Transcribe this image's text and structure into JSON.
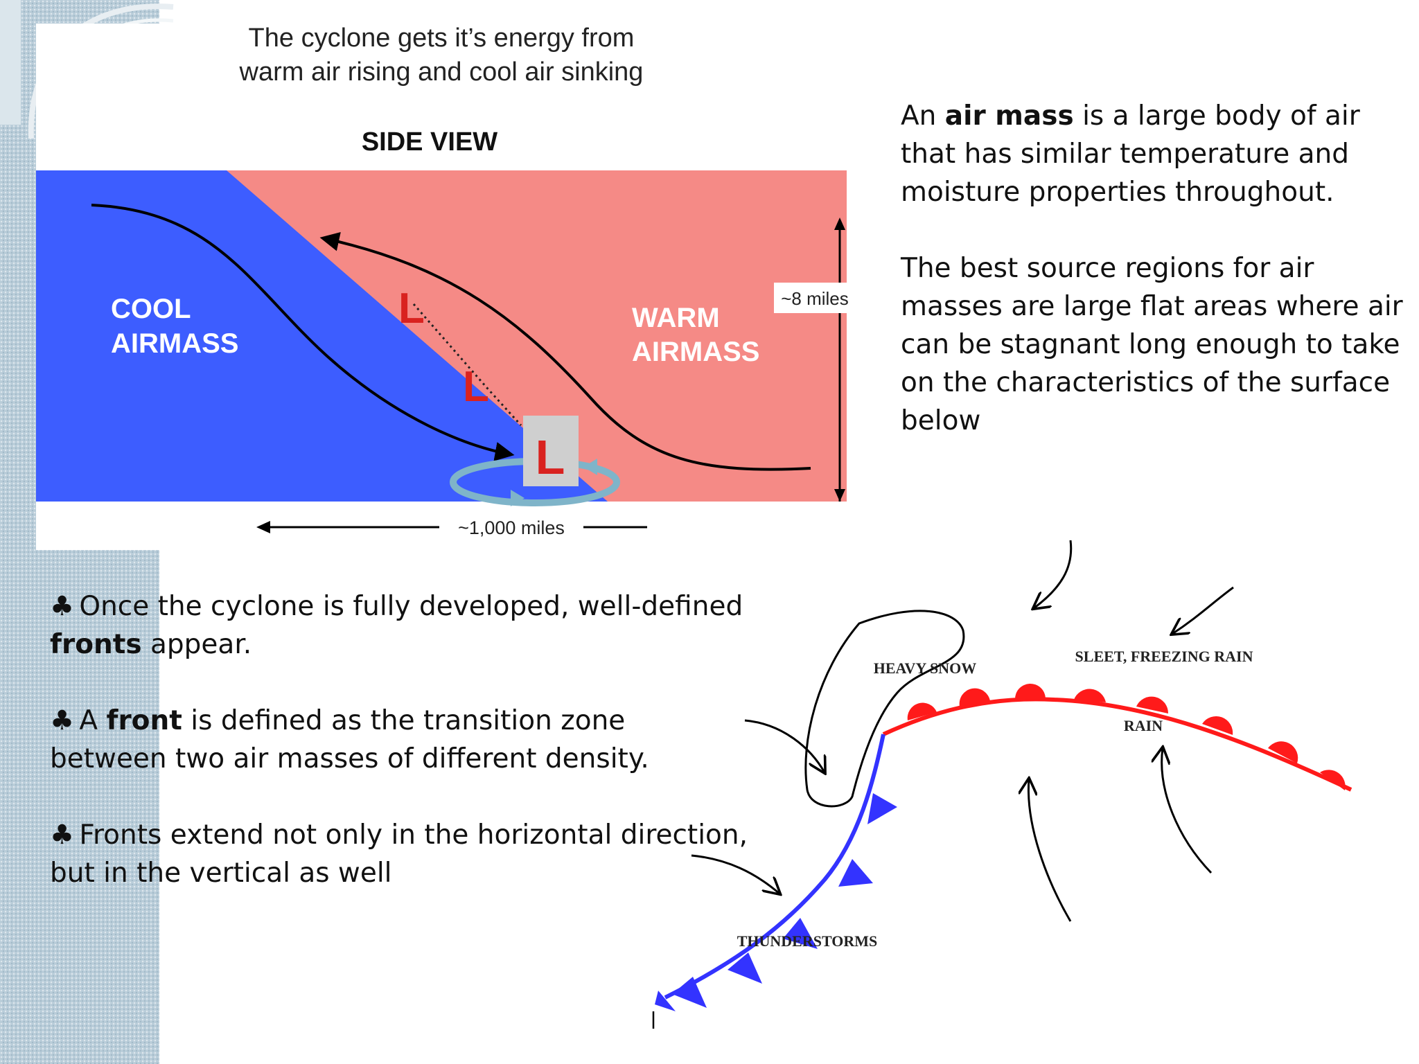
{
  "side_view": {
    "title_line1": "The cyclone gets it’s energy from",
    "title_line2": "warm air rising and cool air sinking",
    "heading": "SIDE VIEW",
    "cool_line1": "COOL",
    "cool_line2": "AIRMASS",
    "warm_line1": "WARM",
    "warm_line2": "AIRMASS",
    "low_symbol": "L",
    "height_label": "~8 miles",
    "width_label": "~1,000 miles"
  },
  "air_mass_text": {
    "p1_pre": "An ",
    "p1_bold": "air mass",
    "p1_post": " is a large body of air that has similar temperature and moisture properties throughout.",
    "p2": "The best source regions for air masses are large flat areas where air can be stagnant long enough to take on the characteristics of the surface below"
  },
  "fronts_text": {
    "bullet": "♣",
    "b1_text": " Once the cyclone is fully developed, well-defined ",
    "b1_bold": "fronts",
    "b1_post": " appear.",
    "b2_pre": " A ",
    "b2_bold": "front",
    "b2_post": " is defined as the transition zone between two air masses of different density.",
    "b3": "  Fronts extend not only in the horizontal direction, but in the vertical as well"
  },
  "fronts_map": {
    "heavy_snow": "HEAVY SNOW",
    "sleet": "SLEET, FREEZING RAIN",
    "rain": "RAIN",
    "thunderstorms": "THUNDERSTORMS",
    "cold_front_color": "#3333ff",
    "warm_front_color": "#ff1a1a"
  },
  "colors": {
    "cool_airmass": "#3d5dff",
    "warm_airmass": "#f58a86",
    "low_marker": "#d9221f"
  }
}
